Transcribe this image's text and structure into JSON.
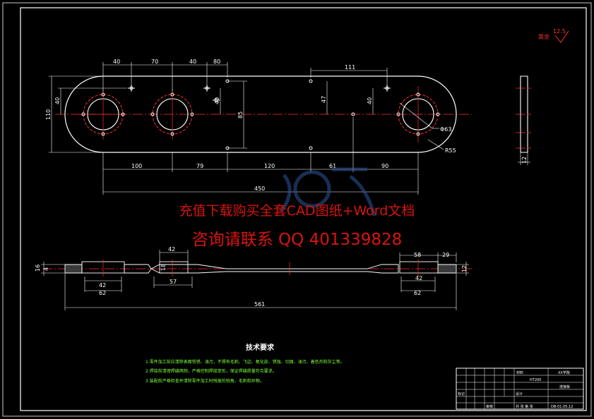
{
  "drawing": {
    "roughness_prefix": "其余",
    "roughness_value": "12.5",
    "top_view": {
      "dims": {
        "d40a": "40",
        "d70": "70",
        "d40b": "40",
        "d80": "80",
        "d111": "111",
        "d110": "110",
        "d40left": "40",
        "d40mid": "40",
        "d85": "85",
        "d47": "47",
        "d40right": "40",
        "phi63": "Φ63",
        "r55": "R55",
        "d100": "100",
        "d79": "79",
        "d120": "120",
        "d61": "61",
        "d90": "90",
        "d450": "450",
        "side12": "12"
      }
    },
    "section_view": {
      "dims": {
        "d16": "16",
        "d4": "4",
        "d42a": "42",
        "d62a": "62",
        "d42b": "42",
        "d18": "18",
        "d57": "57",
        "d58": "58",
        "d29": "29",
        "d42c": "42",
        "d62b": "62",
        "d12": "12",
        "d561": "561"
      }
    },
    "tech_req": {
      "title": "技术要求",
      "items": [
        "1.零件加工前应清除表面铁锈、油污，不得有毛刺、飞边、氧化皮、锈蚀、切屑、油污、着色剂和灰尘等。",
        "2.焊接前清理焊缝两侧，严格控制焊接变形，保证焊缝质量符合要求。",
        "3.装配前严格检查并清除零件加工时残留的锐角、毛刺和异物。"
      ]
    },
    "title_block": {
      "c1": "材料",
      "c2": "HT200",
      "c3": "XX学院",
      "c4": "连接板",
      "c5": "标记",
      "c6": "设计",
      "c7": "审核",
      "c8": "共 张 第 张",
      "c9": "DB-01.05.12"
    }
  },
  "watermark": {
    "line1": "充值下载购买全套CAD图纸+Word文档",
    "line2": "咨询请联系  QQ 401339828"
  }
}
